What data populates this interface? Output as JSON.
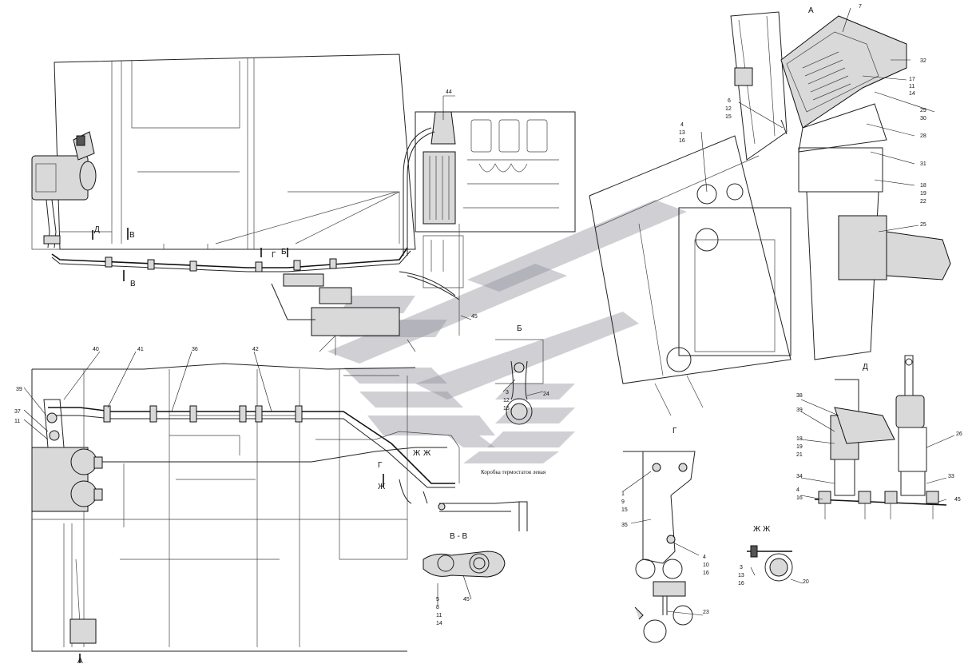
{
  "views": {
    "a": "А",
    "b": "Б",
    "v": "В",
    "g": "Г",
    "d": "Д",
    "zh": "Ж",
    "vv": "В - В",
    "zhzh": "Ж Ж"
  },
  "callouts": {
    "c1": "1",
    "c3": "3",
    "c4": "4",
    "c5": "5",
    "c6": "6",
    "c7": "7",
    "c8": "8",
    "c9": "9",
    "c10": "10",
    "c11": "11",
    "c12": "12",
    "c13": "13",
    "c14": "14",
    "c15": "15",
    "c16": "16",
    "c17": "17",
    "c18": "18",
    "c19": "19",
    "c20": "20",
    "c21": "21",
    "c22": "22",
    "c23": "23",
    "c24": "24",
    "c25": "25",
    "c26": "26",
    "c28": "28",
    "c29": "29",
    "c30": "30",
    "c31": "31",
    "c32": "32",
    "c33": "33",
    "c34": "34",
    "c35": "35",
    "c36": "36",
    "c37": "37",
    "c38": "38",
    "c39": "39",
    "c40": "40",
    "c41": "41",
    "c42": "42",
    "c44": "44",
    "c45": "45"
  },
  "annotation": "Коробка термостатов левая",
  "watermark_color": "#8c8c98",
  "line_color": "#222222"
}
